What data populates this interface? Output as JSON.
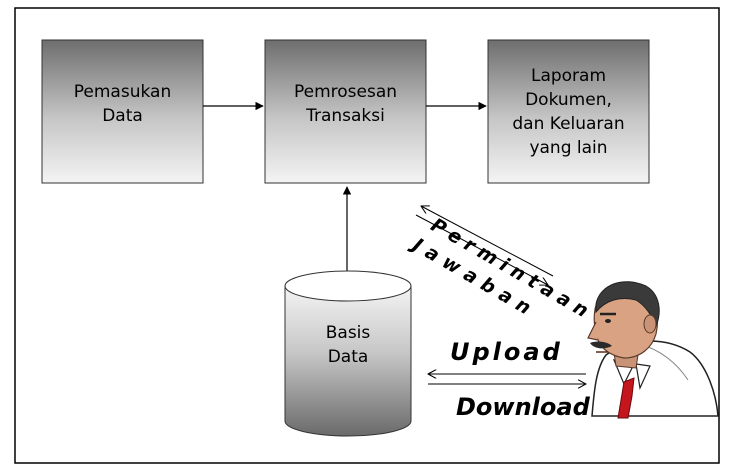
{
  "diagram": {
    "boxes": {
      "input": "Pemasukan\nData",
      "process": "Pemrosesan\nTransaksi",
      "output": "Laporam\nDokumen,\ndan Keluaran\nyang lain"
    },
    "database": "Basis\nData",
    "labels": {
      "request": "Permintaan",
      "response": "Jawaban",
      "upload": "Upload",
      "download": "Download"
    },
    "colors": {
      "box_top": "#6e6e6e",
      "box_bottom": "#f4f4f4",
      "arrow": "#000000",
      "tie": "#c4161c"
    }
  }
}
